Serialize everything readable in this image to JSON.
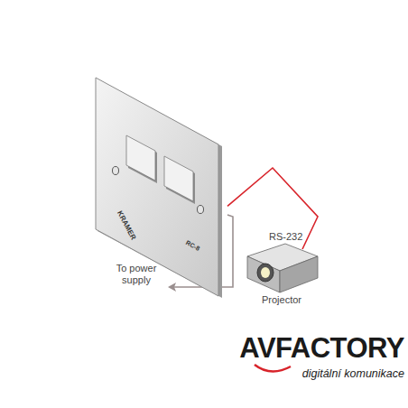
{
  "diagram": {
    "nodes": [
      {
        "text": [
          "KRAMER",
          "RC-8"
        ]
      },
      {
        "text": [
          "Projector"
        ]
      }
    ],
    "edges": [
      {
        "from": 0,
        "to": 1,
        "label": "RS-232",
        "arrow": "none"
      }
    ],
    "labels": [
      "To power supply",
      "AVFACTORY",
      "digitální komunikace"
    ]
  }
}
